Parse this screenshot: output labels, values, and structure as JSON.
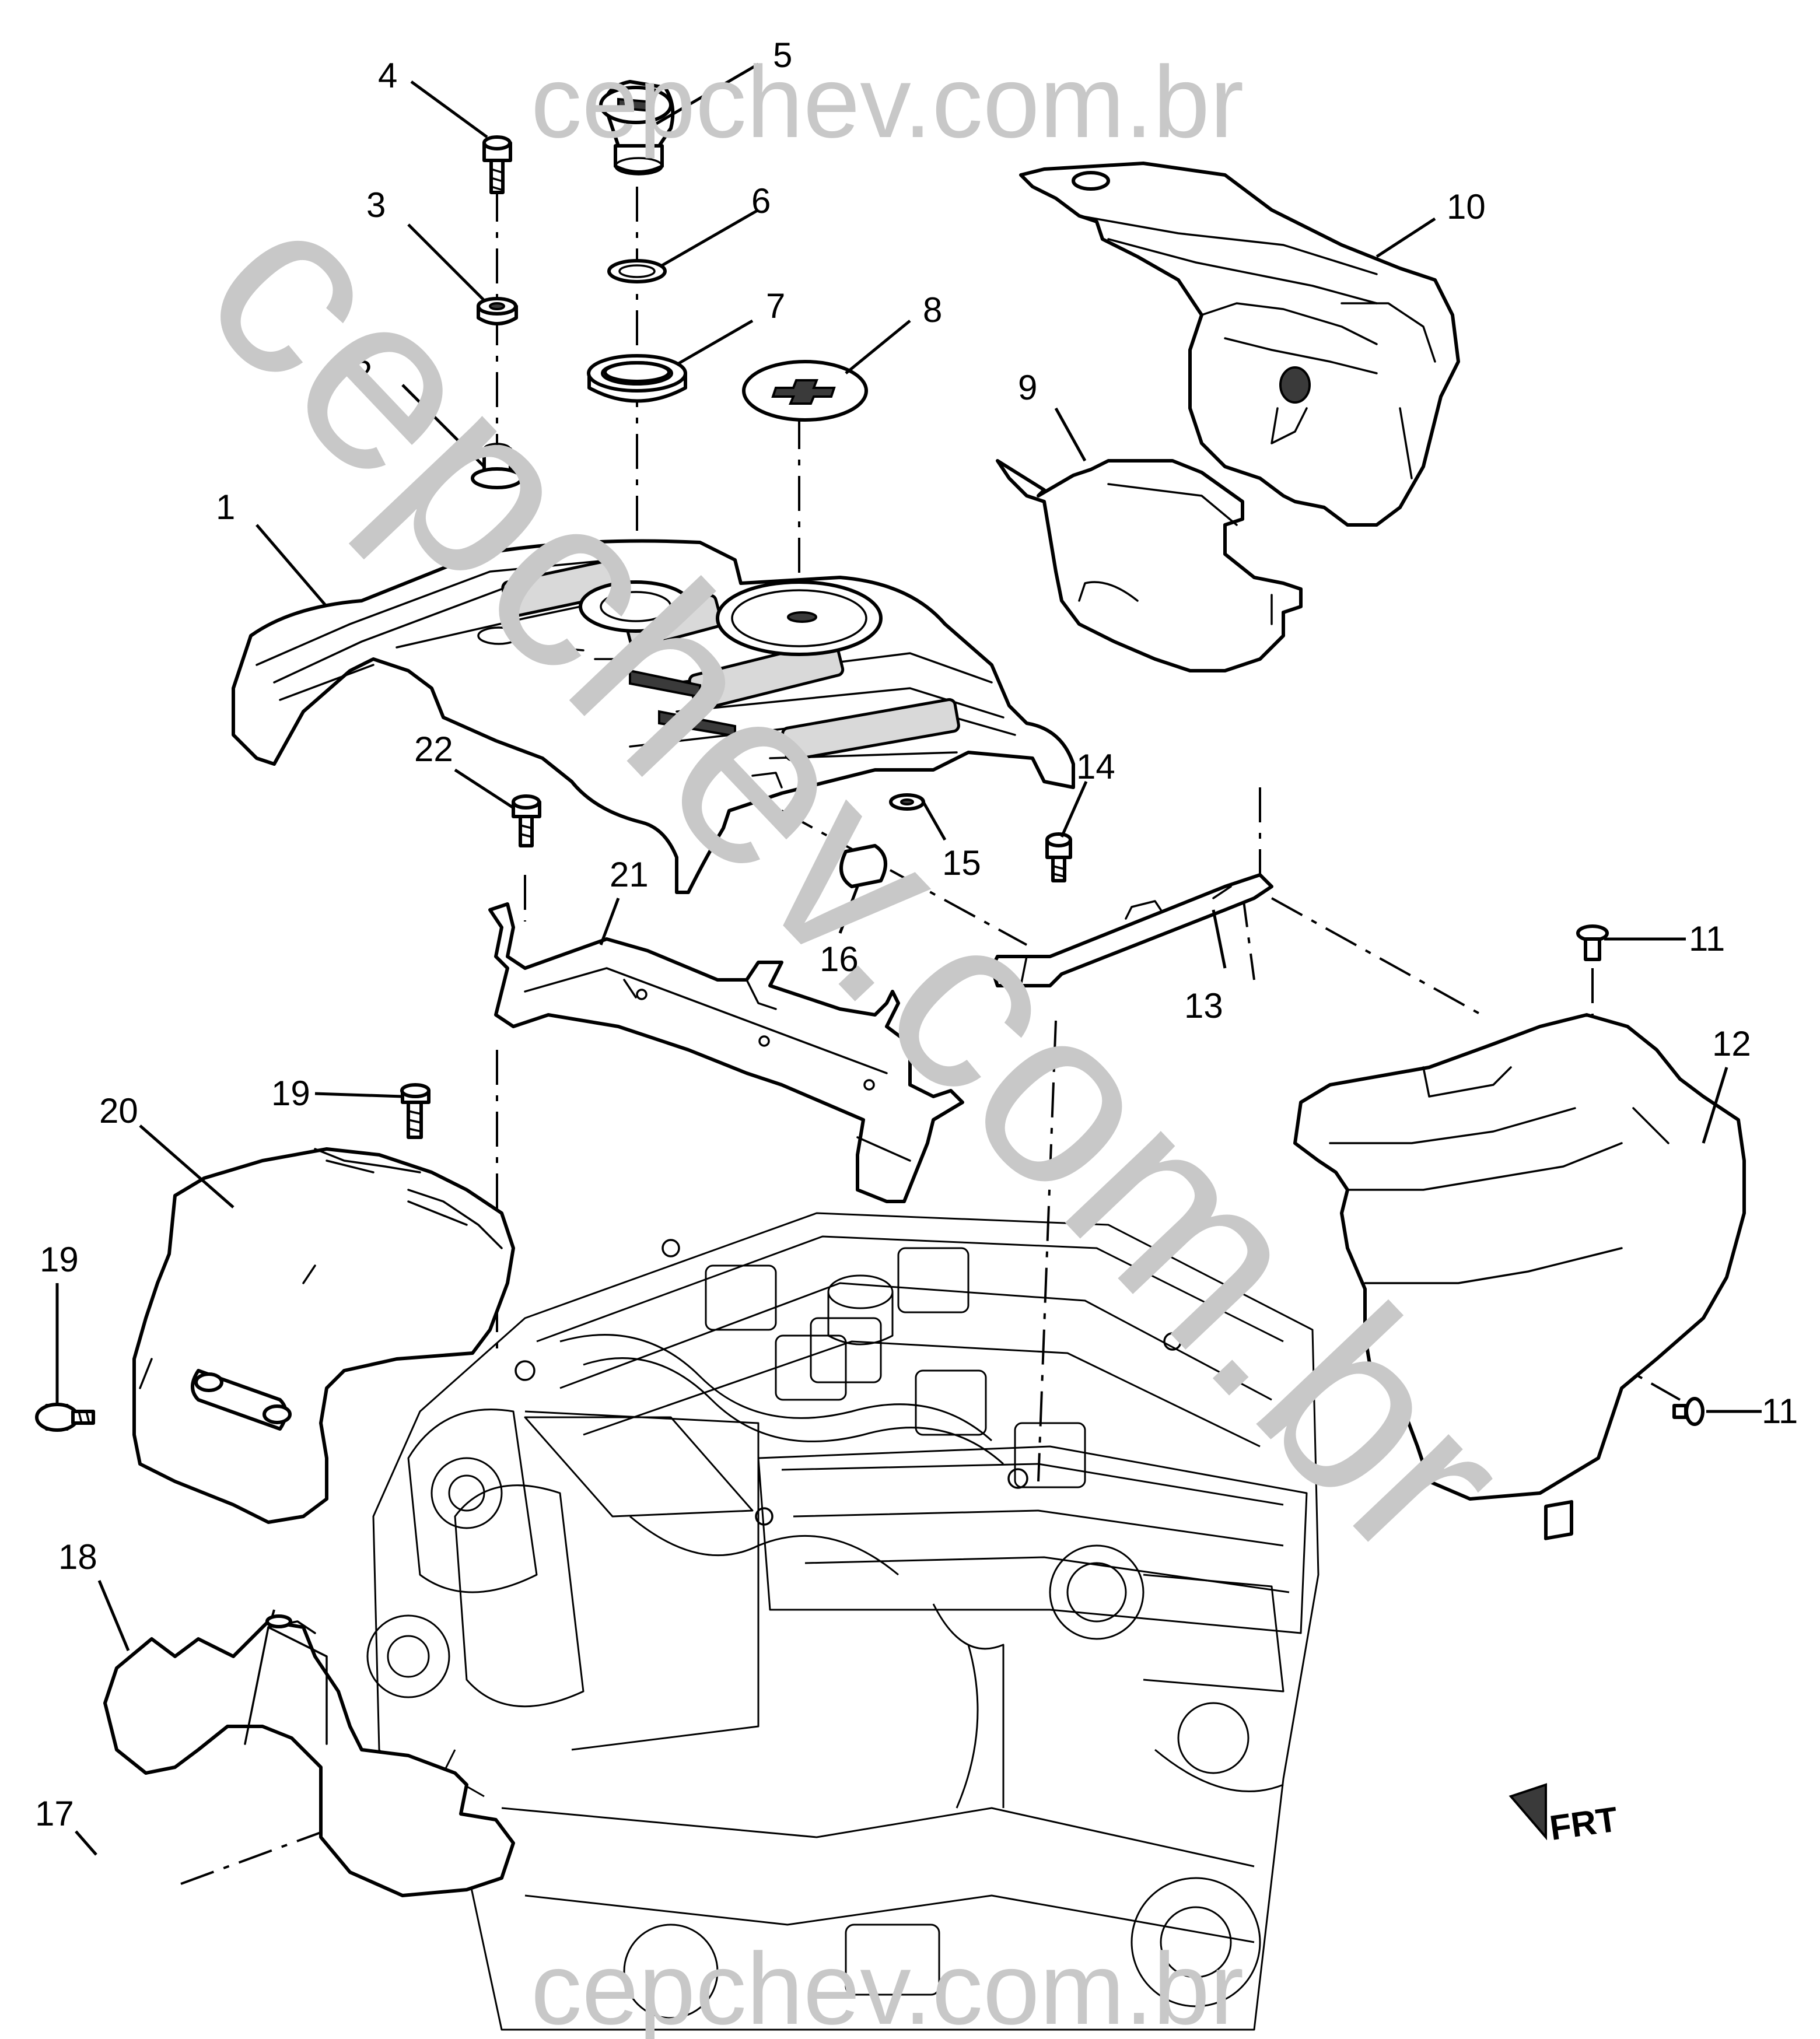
{
  "watermark": {
    "top": "cepchev.com.br",
    "bottom": "cepchev.com.br",
    "diagonal": "cepchev.com.br",
    "color": "#c8c8c8"
  },
  "callouts": {
    "c1": "1",
    "c2": "2",
    "c3": "3",
    "c4": "4",
    "c5": "5",
    "c6": "6",
    "c7": "7",
    "c8": "8",
    "c9": "9",
    "c10": "10",
    "c11a": "11",
    "c11b": "11",
    "c12": "12",
    "c13": "13",
    "c14": "14",
    "c15": "15",
    "c16": "16",
    "c17": "17",
    "c18": "18",
    "c19a": "19",
    "c19b": "19",
    "c20": "20",
    "c21": "21",
    "c22": "22"
  },
  "front_indicator": {
    "label": "FRT"
  }
}
